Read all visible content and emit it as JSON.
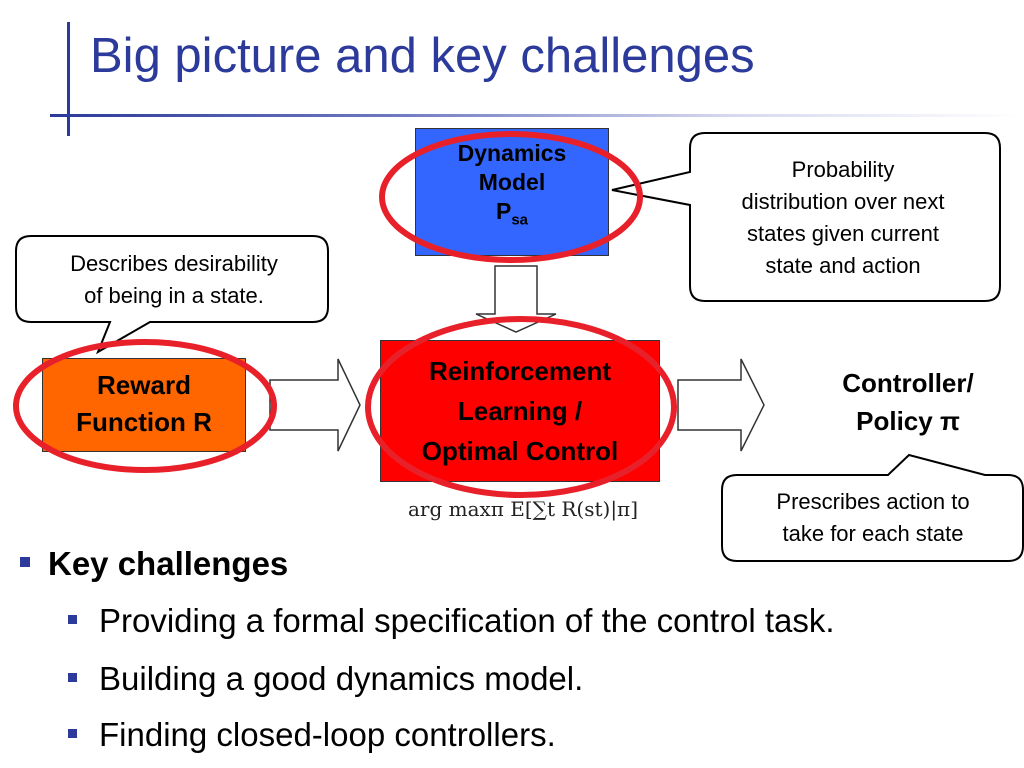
{
  "title": "Big picture and key challenges",
  "diagram": {
    "dynamics_model": {
      "line1": "Dynamics",
      "line2": "Model",
      "symbol": "P",
      "subscript": "sa",
      "color": "#3366ff"
    },
    "reward_function": {
      "line1": "Reward",
      "line2": "Function R",
      "color": "#ff6600"
    },
    "rl_box": {
      "line1": "Reinforcement",
      "line2": "Learning /",
      "line3": "Optimal Control",
      "color": "#ff0000"
    },
    "policy": {
      "line1": "Controller/",
      "line2": "Policy π"
    },
    "formula": "arg maxπ E[∑t R(st)|π]",
    "highlight_color": "#e8202a"
  },
  "callouts": {
    "reward": {
      "line1": "Describes desirability",
      "line2": "of being in a state."
    },
    "dynamics": {
      "line1": "Probability",
      "line2": "distribution over next",
      "line3": "states given current",
      "line4": "state and action"
    },
    "policy": {
      "line1": "Prescribes action to",
      "line2": "take for each state"
    }
  },
  "bullets": {
    "heading": "Key challenges",
    "items": [
      "Providing a formal specification of the control task.",
      "Building a good dynamics model.",
      "Finding closed-loop controllers."
    ]
  },
  "accent_color": "#2b3a9b"
}
